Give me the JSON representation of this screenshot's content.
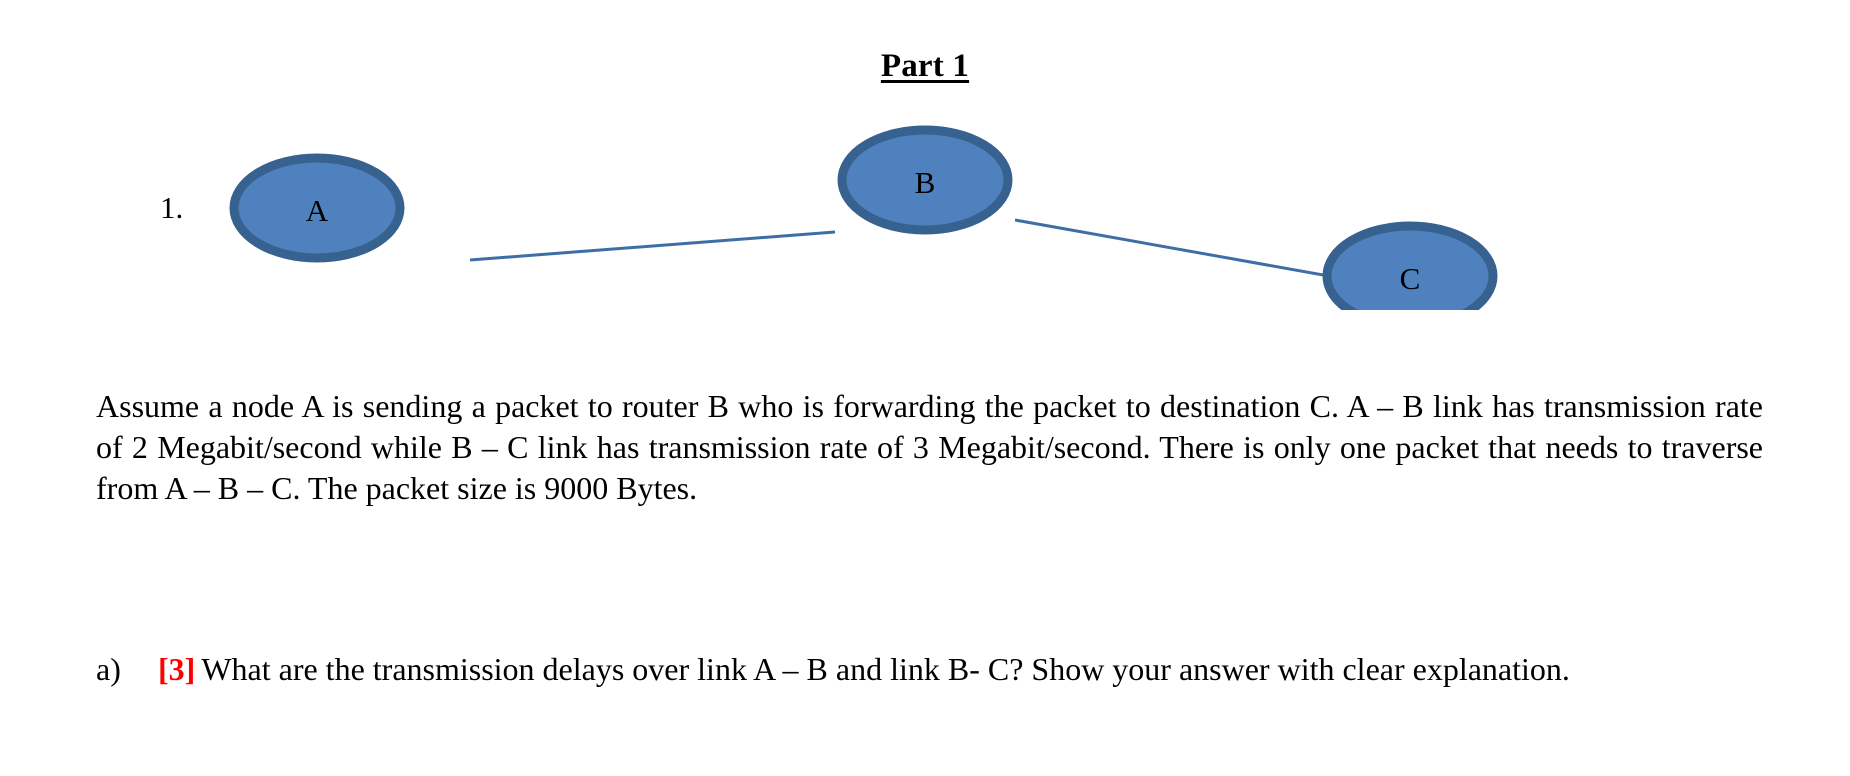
{
  "heading": {
    "title": "Part 1"
  },
  "diagram": {
    "item_number": "1.",
    "nodes": [
      {
        "id": "A",
        "label": "A"
      },
      {
        "id": "B",
        "label": "B"
      },
      {
        "id": "C",
        "label": "C"
      }
    ],
    "links": [
      {
        "from": "A",
        "to": "B"
      },
      {
        "from": "B",
        "to": "C"
      }
    ],
    "colors": {
      "node_fill": "#4e81bd",
      "node_stroke": "#37618e",
      "link": "#3d6fa5"
    }
  },
  "body": {
    "paragraph": "Assume a node A is sending a packet to router B who is forwarding the packet to destination C. A – B link has transmission rate of 2 Megabit/second while B – C link has transmission rate of 3 Megabit/second. There is only one packet that needs to traverse from A – B – C. The packet size is 9000 Bytes."
  },
  "questions": [
    {
      "marker": "a)",
      "marks": "[3]",
      "text": "What are the transmission delays over link A – B and link B- C? Show your answer with clear explanation."
    }
  ]
}
